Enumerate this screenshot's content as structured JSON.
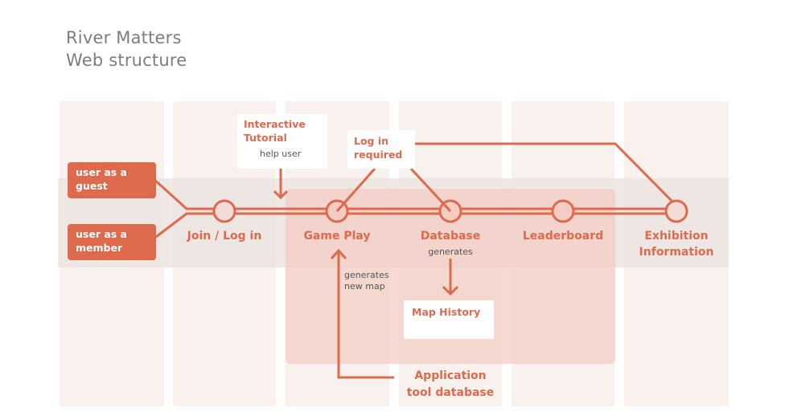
{
  "title": {
    "line1": "River Matters",
    "line2": "Web structure"
  },
  "users": {
    "guest": "user as a guest",
    "member": "user as a member"
  },
  "nodes": {
    "join": "Join / Log in",
    "game": "Game Play",
    "database": "Database",
    "leaderboard": "Leaderboard",
    "exhibition": "Exhibition Information"
  },
  "callouts": {
    "tutorial": {
      "title": "Interactive Tutorial",
      "note": "help user"
    },
    "login": {
      "title": "Log in required"
    },
    "map": {
      "title": "Map History"
    }
  },
  "annotations": {
    "generates": "generates",
    "generates_map": "generates new map",
    "app_tool": "Application tool database"
  },
  "colors": {
    "accent": "#dd6a4d",
    "column": "#f8f1ee",
    "band": "#ece4e1",
    "zone": "#f3cdc4"
  }
}
